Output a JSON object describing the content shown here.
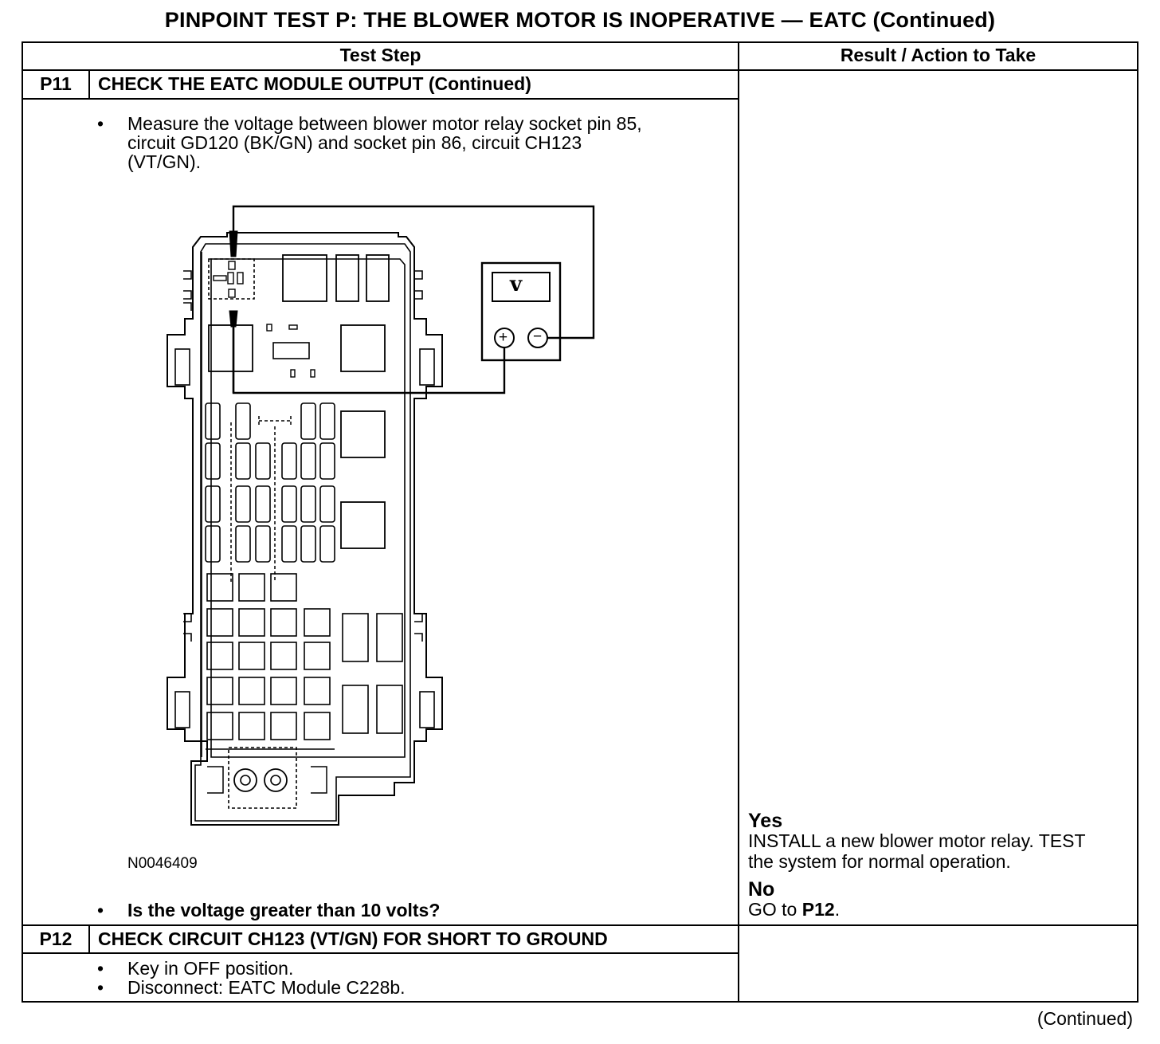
{
  "page_title": "PINPOINT TEST P: THE BLOWER MOTOR IS INOPERATIVE — EATC (Continued)",
  "table": {
    "header_test_step": "Test Step",
    "header_result": "Result / Action to Take"
  },
  "steps": [
    {
      "id": "P11",
      "title": "CHECK THE EATC MODULE OUTPUT (Continued)",
      "bullets": [
        "Measure the voltage between blower motor relay socket pin 85,\ncircuit GD120 (BK/GN) and socket pin 86, circuit CH123\n(VT/GN)."
      ],
      "figure_id": "N0046409",
      "question": "Is the voltage greater than 10 volts?",
      "yes_label": "Yes",
      "yes_text": "INSTALL a new blower motor relay. TEST\nthe system for normal operation.",
      "no_label": "No",
      "no_text_prefix": "GO to ",
      "no_text_target": "P12",
      "no_text_suffix": "."
    },
    {
      "id": "P12",
      "title": "CHECK CIRCUIT CH123 (VT/GN) FOR SHORT TO GROUND",
      "bullets": [
        "Key in OFF position.",
        "Disconnect: EATC Module C228b."
      ]
    }
  ],
  "meter": {
    "display_symbol": "v",
    "plus_symbol": "+",
    "minus_symbol": "−"
  },
  "footer_continued": "(Continued)"
}
